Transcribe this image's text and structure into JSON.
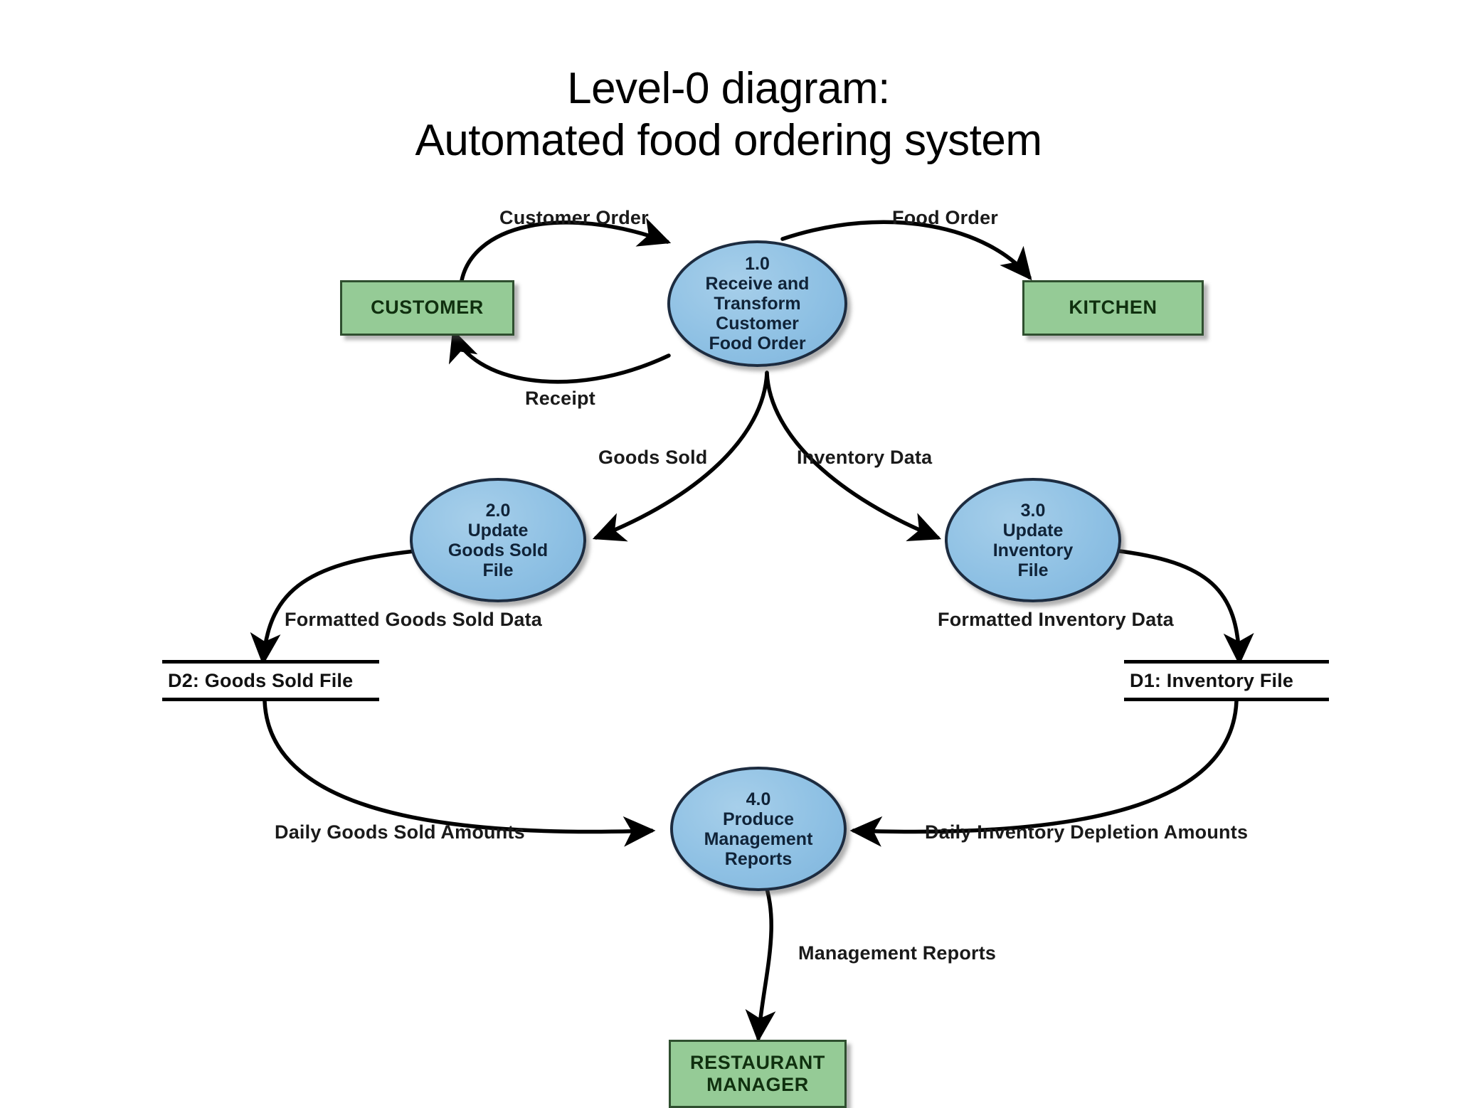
{
  "title": {
    "line1": "Level-0 diagram:",
    "line2": "Automated food ordering system"
  },
  "colors": {
    "entity_fill": "#95cb96",
    "entity_border": "#2f4f2f",
    "process_fill": "#8fc1e4",
    "process_border": "#1d2c40",
    "flow_line": "#000000",
    "background": "#ffffff"
  },
  "entities": [
    {
      "id": "customer",
      "label": "CUSTOMER"
    },
    {
      "id": "kitchen",
      "label": "KITCHEN"
    },
    {
      "id": "restaurant_manager",
      "label_line1": "RESTAURANT",
      "label_line2": "MANAGER"
    }
  ],
  "processes": [
    {
      "id": "p1",
      "number": "1.0",
      "lines": [
        "1.0",
        "Receive and",
        "Transform",
        "Customer",
        "Food Order"
      ]
    },
    {
      "id": "p2",
      "number": "2.0",
      "lines": [
        "2.0",
        "Update",
        "Goods Sold",
        "File"
      ]
    },
    {
      "id": "p3",
      "number": "3.0",
      "lines": [
        "3.0",
        "Update",
        "Inventory",
        "File"
      ]
    },
    {
      "id": "p4",
      "number": "4.0",
      "lines": [
        "4.0",
        "Produce",
        "Management",
        "Reports"
      ]
    }
  ],
  "datastores": [
    {
      "id": "d2",
      "label": "D2: Goods Sold File"
    },
    {
      "id": "d1",
      "label": "D1: Inventory File"
    }
  ],
  "flows": [
    {
      "id": "customer_order",
      "label": "Customer Order",
      "from": "customer",
      "to": "p1"
    },
    {
      "id": "receipt",
      "label": "Receipt",
      "from": "p1",
      "to": "customer"
    },
    {
      "id": "food_order",
      "label": "Food Order",
      "from": "p1",
      "to": "kitchen"
    },
    {
      "id": "goods_sold",
      "label": "Goods Sold",
      "from": "p1",
      "to": "p2"
    },
    {
      "id": "inventory_data",
      "label": "Inventory Data",
      "from": "p1",
      "to": "p3"
    },
    {
      "id": "formatted_goods_sold_data",
      "label": "Formatted Goods Sold Data",
      "from": "p2",
      "to": "d2"
    },
    {
      "id": "formatted_inventory_data",
      "label": "Formatted Inventory Data",
      "from": "p3",
      "to": "d1"
    },
    {
      "id": "daily_goods_sold_amounts",
      "label": "Daily Goods Sold Amounts",
      "from": "d2",
      "to": "p4"
    },
    {
      "id": "daily_inventory_depletion_amounts",
      "label": "Daily Inventory Depletion Amounts",
      "from": "d1",
      "to": "p4"
    },
    {
      "id": "management_reports",
      "label": "Management Reports",
      "from": "p4",
      "to": "restaurant_manager"
    }
  ]
}
